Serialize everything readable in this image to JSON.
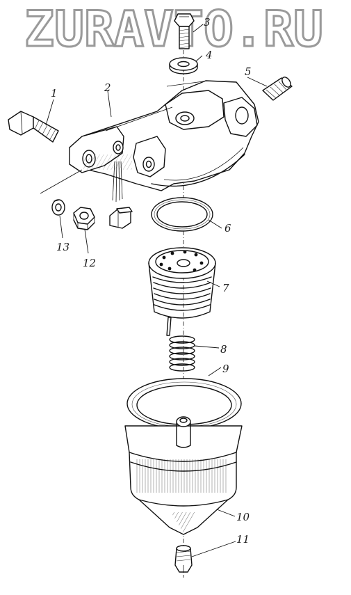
{
  "watermark": {
    "text": "ZURAVTO.RU"
  },
  "diagram": {
    "callouts": [
      {
        "id": "1",
        "label": "1"
      },
      {
        "id": "2",
        "label": "2"
      },
      {
        "id": "3",
        "label": "3"
      },
      {
        "id": "4",
        "label": "4"
      },
      {
        "id": "5",
        "label": "5"
      },
      {
        "id": "6",
        "label": "6"
      },
      {
        "id": "7",
        "label": "7"
      },
      {
        "id": "8",
        "label": "8"
      },
      {
        "id": "9",
        "label": "9"
      },
      {
        "id": "10",
        "label": "10"
      },
      {
        "id": "11",
        "label": "11"
      },
      {
        "id": "12",
        "label": "12"
      },
      {
        "id": "13",
        "label": "13"
      }
    ]
  }
}
